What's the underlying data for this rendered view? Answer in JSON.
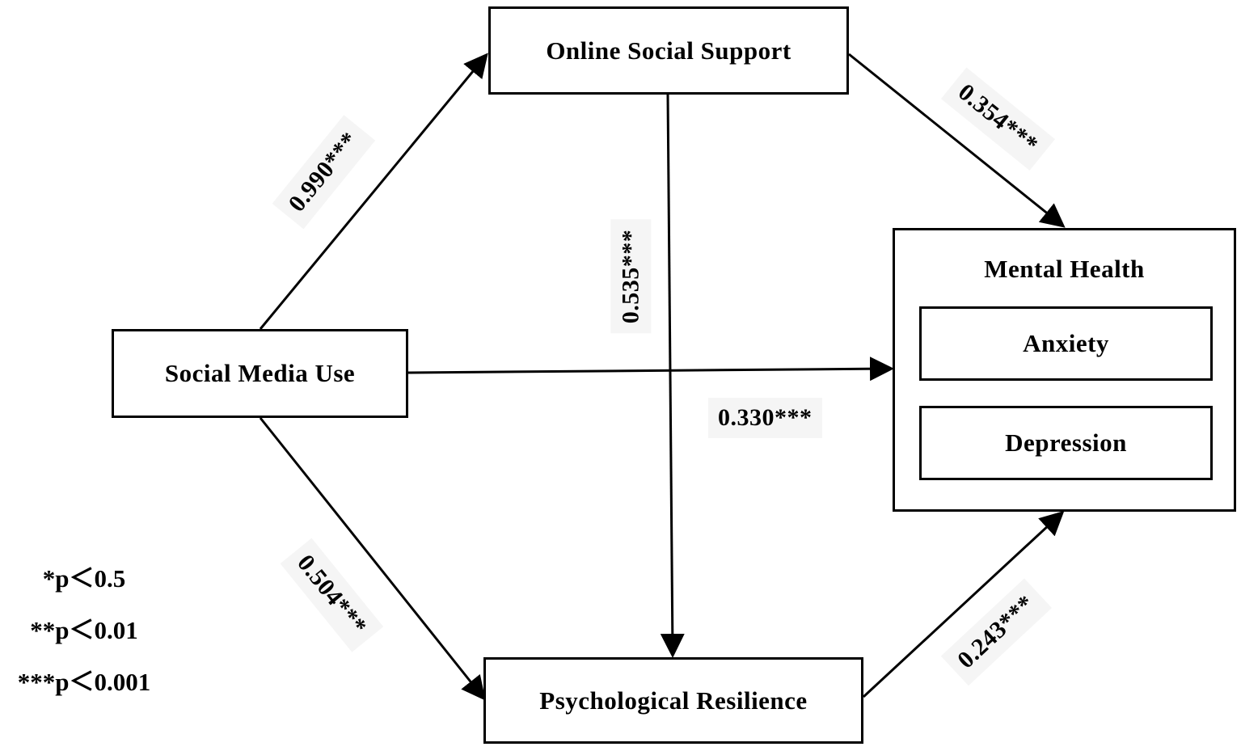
{
  "nodes": {
    "online_social_support": "Online Social Support",
    "social_media_use": "Social Media Use",
    "psychological_resilience": "Psychological Resilience",
    "mental_health": {
      "title": "Mental Health",
      "subitems": [
        "Anxiety",
        "Depression"
      ]
    }
  },
  "paths": {
    "smu_to_oss": "0.990***",
    "oss_to_mh": "0.354***",
    "oss_to_pr": "0.535***",
    "smu_to_mh": "0.330***",
    "smu_to_pr": "0.504***",
    "pr_to_mh": "0.243***"
  },
  "legend": [
    "*p＜0.5",
    "**p＜0.01",
    "***p＜0.001"
  ]
}
